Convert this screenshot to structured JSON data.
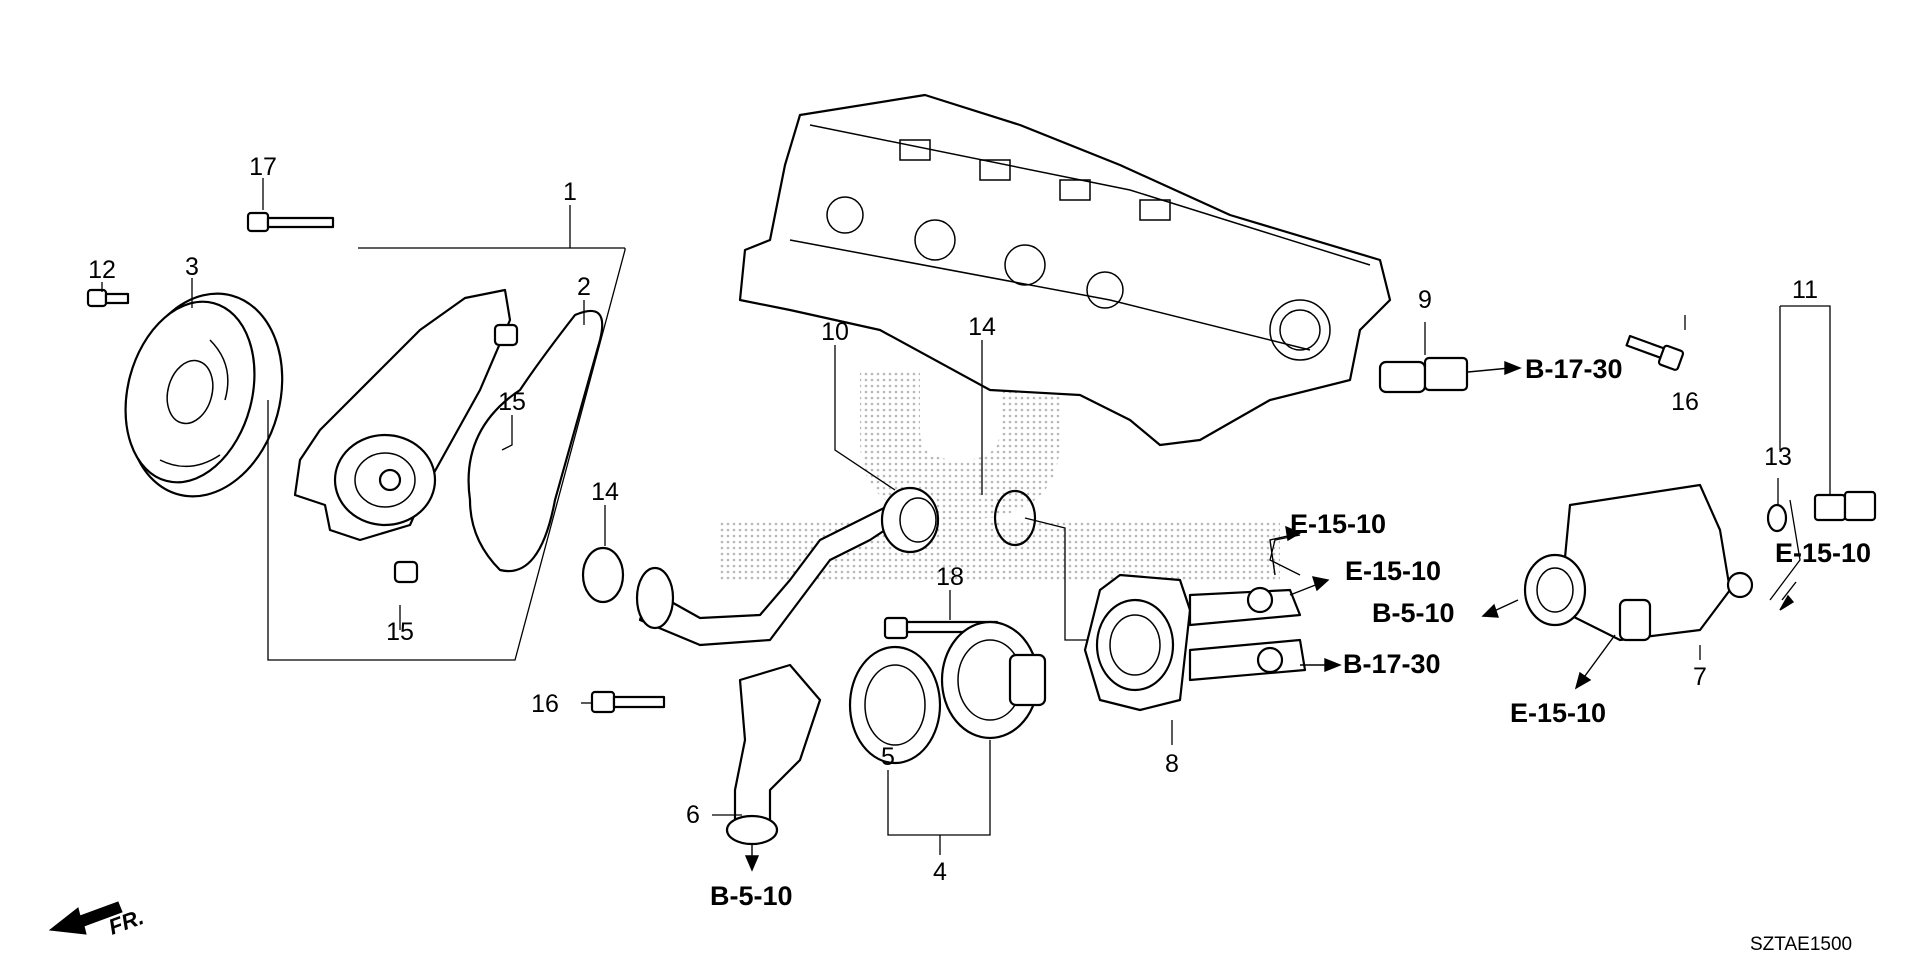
{
  "diagram": {
    "code": "SZTAE1500",
    "front_label": "FR.",
    "part_numbers": {
      "p1": "1",
      "p2": "2",
      "p3": "3",
      "p4": "4",
      "p5": "5",
      "p6": "6",
      "p7": "7",
      "p8": "8",
      "p9": "9",
      "p10": "10",
      "p11": "11",
      "p12": "12",
      "p13": "13",
      "p14a": "14",
      "p14b": "14",
      "p15a": "15",
      "p15b": "15",
      "p16a": "16",
      "p16b": "16",
      "p17": "17",
      "p18": "18"
    },
    "references": {
      "r1": "B-17-30",
      "r2": "E-15-10",
      "r3": "E-15-10",
      "r4": "B-5-10",
      "r5": "B-17-30",
      "r6": "E-15-10",
      "r7": "E-15-10",
      "r8": "B-5-10"
    },
    "icons": [
      "front-arrow-icon",
      "reference-arrow-icon"
    ]
  }
}
